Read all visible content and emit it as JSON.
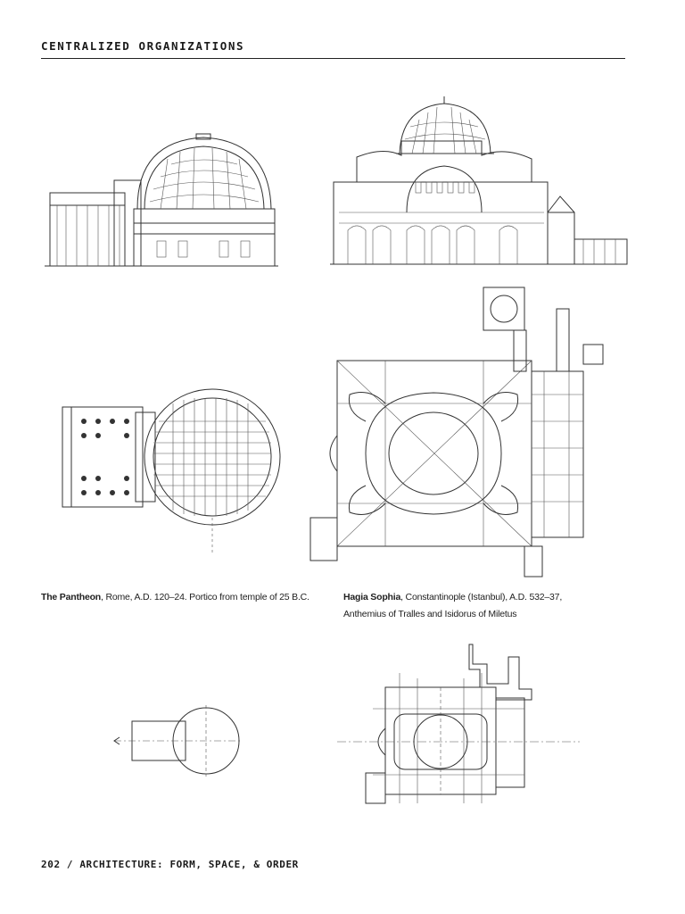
{
  "header": {
    "title": "CENTRALIZED ORGANIZATIONS"
  },
  "captions": {
    "pantheon": {
      "name": "The Pantheon",
      "rest": ", Rome, A.D. 120–24. Portico from temple of 25 B.C."
    },
    "hagia": {
      "name": "Hagia Sophia",
      "rest": ", Constantinople (Istanbul), A.D. 532–37,",
      "line2": "Anthemius of Tralles and Isidorus of Miletus"
    }
  },
  "footer": {
    "text": "202 / ARCHITECTURE: FORM, SPACE, & ORDER"
  }
}
